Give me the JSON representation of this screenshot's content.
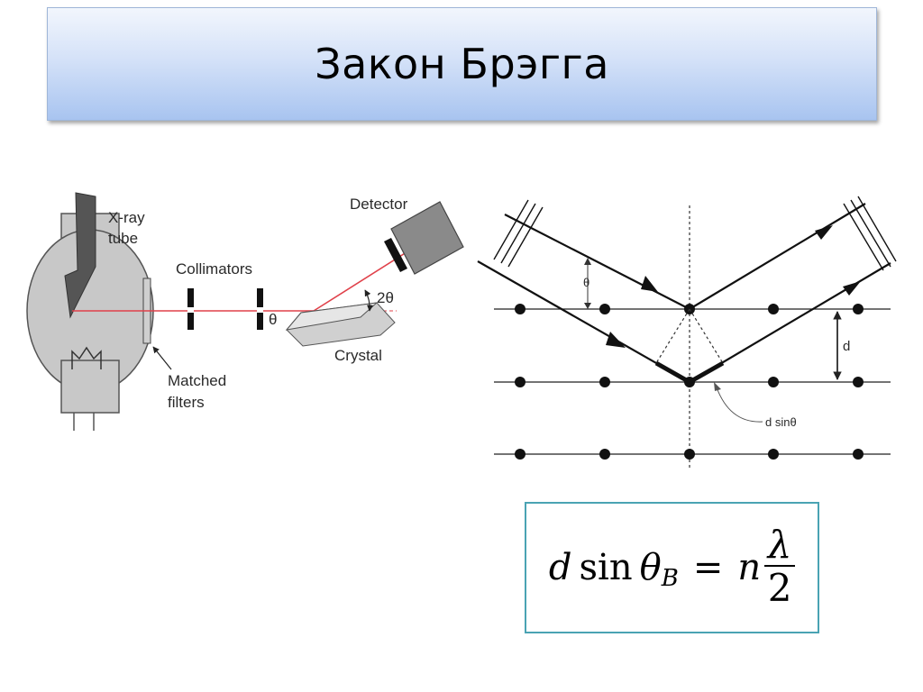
{
  "slide": {
    "title": "Закон Брэгга"
  },
  "setup": {
    "labels": {
      "xray_tube": [
        "X-ray",
        "tube"
      ],
      "collimators": "Collimators",
      "theta": "θ",
      "two_theta": "2θ",
      "crystal": "Crystal",
      "detector": "Detector",
      "matched_filters": [
        "Matched",
        "filters"
      ]
    },
    "colors": {
      "beam": "#e0414a",
      "tube_body": "#c8c8c8"
    }
  },
  "lattice": {
    "labels": {
      "theta": "θ",
      "d": "d",
      "dsin": "d sinθ"
    }
  },
  "formula": {
    "d": "d",
    "sin": "sin",
    "theta": "θ",
    "sub_b": "B",
    "equals": "=",
    "n": "n",
    "lambda": "λ",
    "two": "2"
  }
}
